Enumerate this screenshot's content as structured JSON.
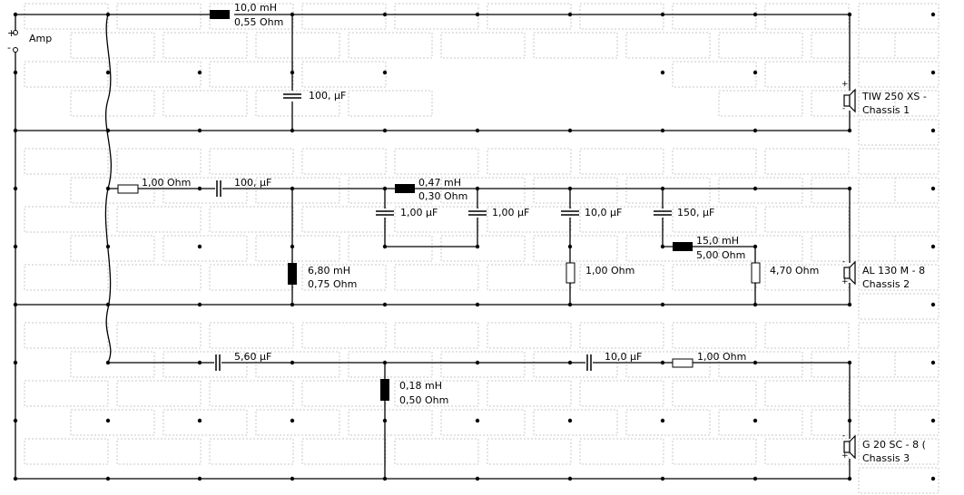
{
  "amp": {
    "label": "Amp",
    "plus": "+",
    "minus": "-"
  },
  "components": {
    "l1": {
      "value": "10,0 mH",
      "resistance": "0,55 Ohm"
    },
    "c1": {
      "value": "100, µF"
    },
    "r1": {
      "value": "1,00 Ohm"
    },
    "c2": {
      "value": "100, µF"
    },
    "l2": {
      "value": "0,47 mH",
      "resistance": "0,30 Ohm"
    },
    "c3": {
      "value": "1,00 µF"
    },
    "c4": {
      "value": "1,00 µF"
    },
    "c5": {
      "value": "10,0 µF"
    },
    "c6": {
      "value": "150, µF"
    },
    "l3": {
      "value": "15,0 mH",
      "resistance": "5,00 Ohm"
    },
    "l4": {
      "value": "6,80 mH",
      "resistance": "0,75 Ohm"
    },
    "r2": {
      "value": "1,00 Ohm"
    },
    "r3": {
      "value": "4,70 Ohm"
    },
    "c7": {
      "value": "5,60 µF"
    },
    "l5": {
      "value": "0,18 mH",
      "resistance": "0,50 Ohm"
    },
    "c8": {
      "value": "10,0 µF"
    },
    "r4": {
      "value": "1,00 Ohm"
    }
  },
  "speakers": [
    {
      "model": "TIW 250 XS -",
      "chassis": "Chassis 1",
      "top_sign": "+",
      "bottom_sign": "-"
    },
    {
      "model": "AL 130 M - 8",
      "chassis": "Chassis 2",
      "top_sign": "-",
      "bottom_sign": "+"
    },
    {
      "model": "G 20 SC - 8 (",
      "chassis": "Chassis 3",
      "top_sign": "-",
      "bottom_sign": "+"
    }
  ],
  "colors": {
    "wire": "#000000",
    "grid_box": "#c8c8c8",
    "background": "#ffffff"
  }
}
